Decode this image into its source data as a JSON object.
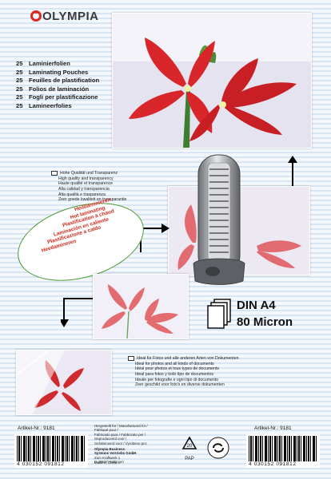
{
  "brand": {
    "name": "OLYMPIA"
  },
  "product_lines": [
    {
      "qty": "25",
      "text": "Laminierfolien"
    },
    {
      "qty": "25",
      "text": "Laminating Pouches"
    },
    {
      "qty": "25",
      "text": "Feuilles de plastification"
    },
    {
      "qty": "25",
      "text": "Folios de laminación"
    },
    {
      "qty": "25",
      "text": "Fogli per plastificazione"
    },
    {
      "qty": "25",
      "text": "Lamineerfolies"
    }
  ],
  "quality": [
    "Hohe Qualität und Transparenz",
    "High quality and transparency",
    "Haute qualité et transparence",
    "Alta calidad y transparencia",
    "Alta qualità e trasparenza",
    "Zeer goede kwaliteit en transparantie"
  ],
  "hot_laminating": [
    "Heißlaminieren",
    "Hot laminating",
    "Plastification à chaud",
    "Laminación en caliente",
    "Plastificazione a caldo",
    "Heetlamineren"
  ],
  "format": {
    "size": "DIN A4",
    "thickness": "80 Micron"
  },
  "usage": [
    "Ideal für Fotos und alle anderen Arten von Dokumenten",
    "Ideal for photos and all kinds of documents",
    "Idéal pour photos et tous types de documents",
    "Ideal para fotos y todo tipo de documentos",
    "Ideale per fotografie e ogni tipo di documento",
    "Zeer geschikt voor foto's en diverse dokumenten"
  ],
  "article": {
    "label": "Artikel-Nr.: 9181",
    "barcode": "4 030152 091812"
  },
  "manufacturer": {
    "lines": [
      "Hergestellt für / Manufactured for / Fabriqué pour /",
      "Fabricado para / Fabbricato per / Geproduceerd voor /",
      "Gefabriceerd voor / Vyrobeno pro:"
    ],
    "company": [
      "Olympia Business",
      "Systems Vertriebs GmbH"
    ],
    "address": [
      "Zum Kraftwerk 1",
      "D-45527 Hattingen"
    ],
    "made_in": "Made in China"
  },
  "recycle": {
    "pap": "PAP",
    "dot_label": "DER GRÜNE PUNKT"
  },
  "colors": {
    "accent_red": "#d42a1c",
    "ellipse_green": "#4a9a2e",
    "logo_red": "#d82a1e"
  }
}
